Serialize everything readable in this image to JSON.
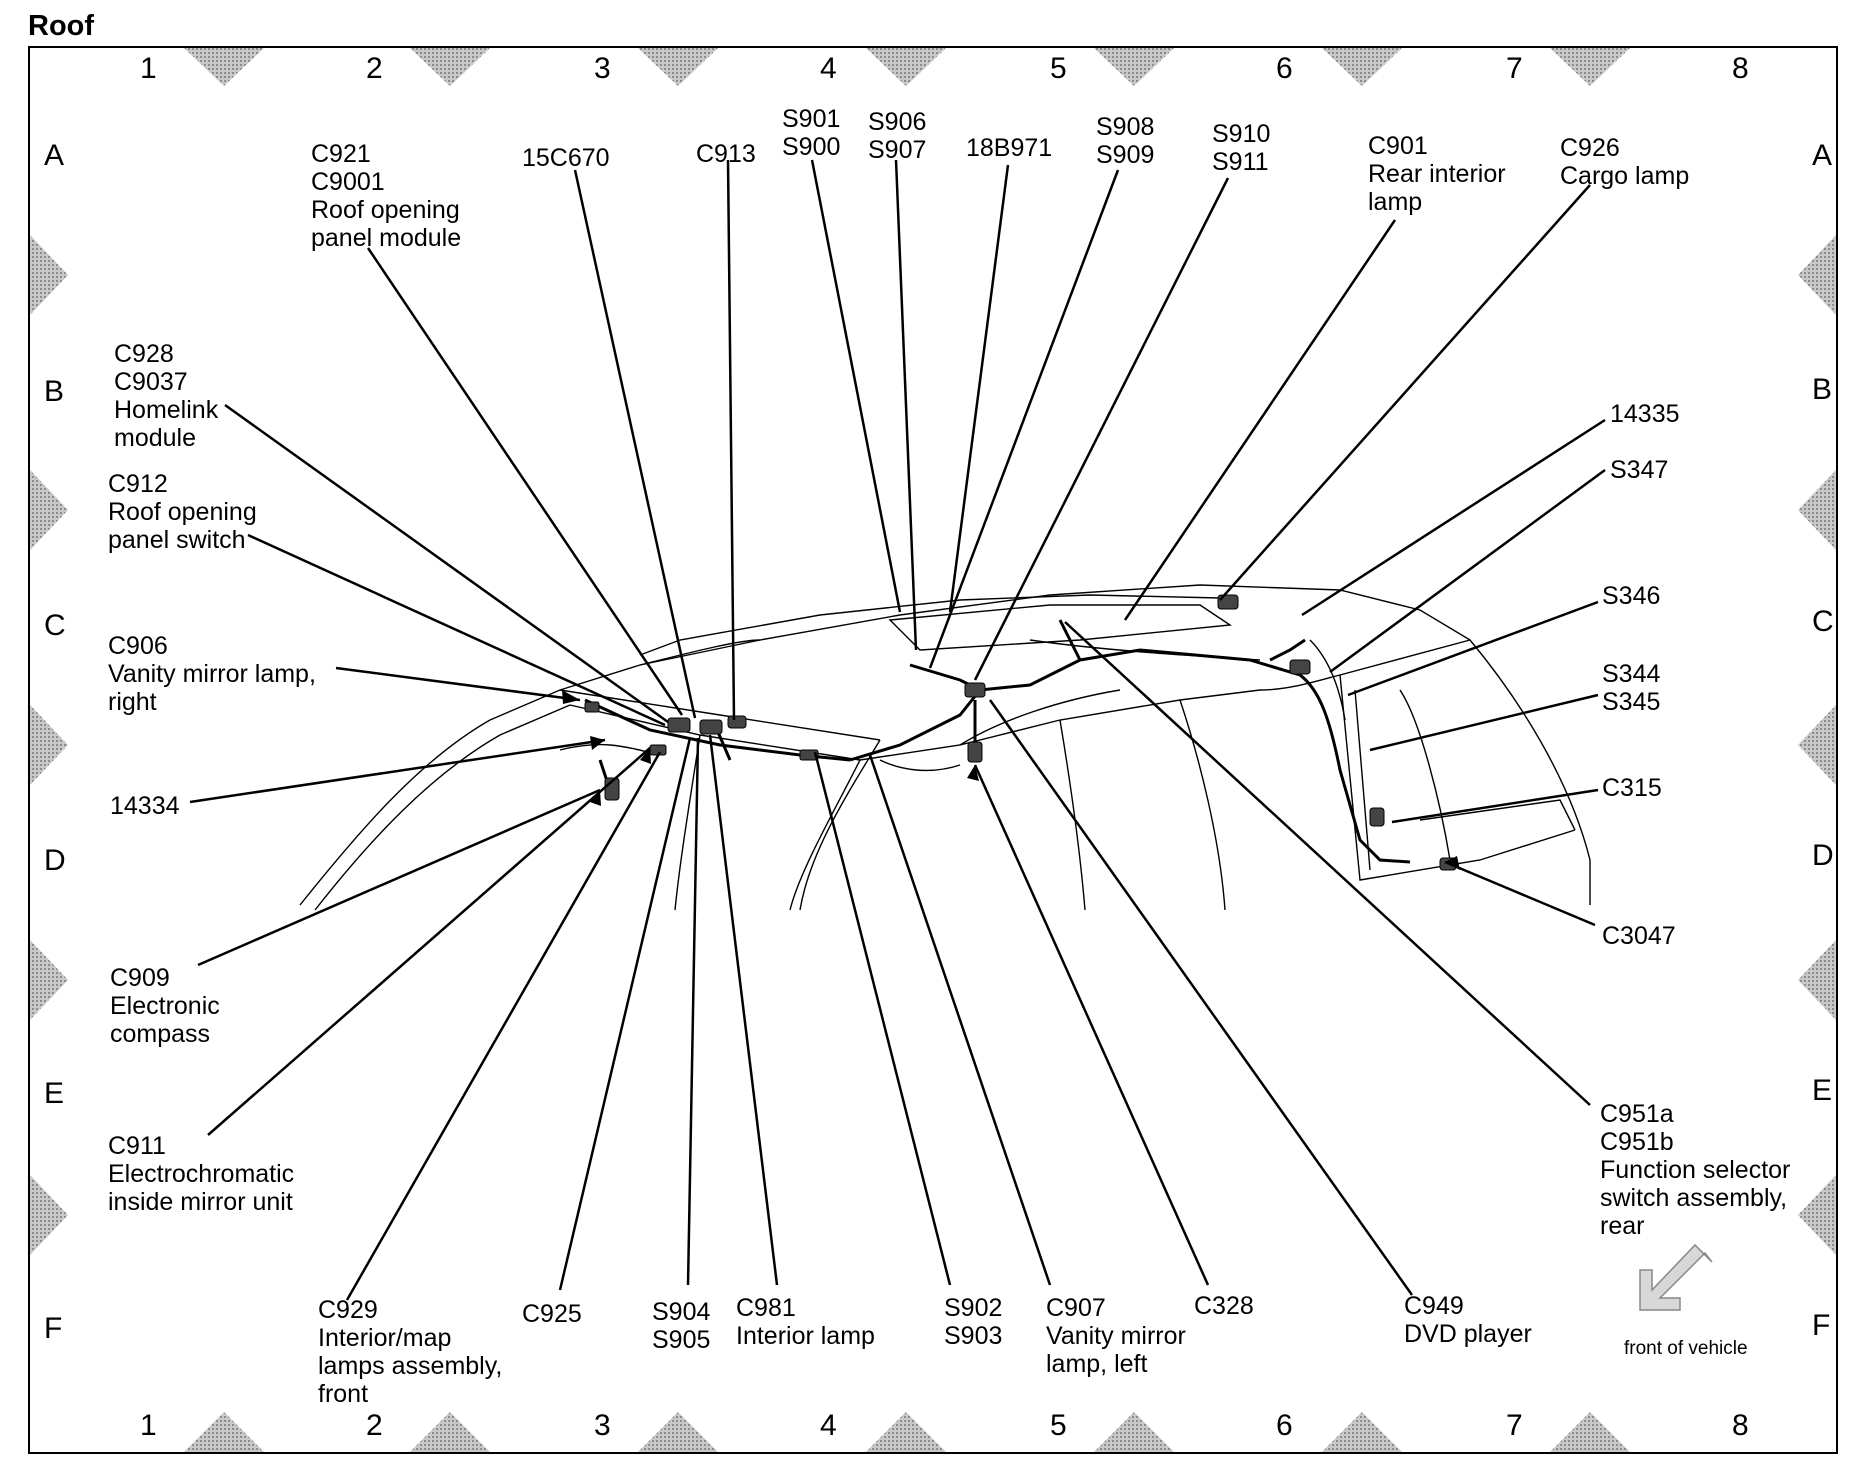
{
  "page": {
    "title": "Roof"
  },
  "grid": {
    "columns": [
      "1",
      "2",
      "3",
      "4",
      "5",
      "6",
      "7",
      "8"
    ],
    "rows": [
      "A",
      "B",
      "C",
      "D",
      "E",
      "F"
    ]
  },
  "components": [
    {
      "id": "c921",
      "text": "C921\nC9001\nRoof opening\npanel module"
    },
    {
      "id": "15c670",
      "text": "15C670"
    },
    {
      "id": "c913",
      "text": "C913"
    },
    {
      "id": "s901",
      "text": "S901\nS900"
    },
    {
      "id": "s906",
      "text": "S906\nS907"
    },
    {
      "id": "18b971",
      "text": "18B971"
    },
    {
      "id": "s908",
      "text": "S908\nS909"
    },
    {
      "id": "s910",
      "text": "S910\nS911"
    },
    {
      "id": "c901",
      "text": "C901\nRear interior\nlamp"
    },
    {
      "id": "c926",
      "text": "C926\nCargo lamp"
    },
    {
      "id": "c928",
      "text": "C928\nC9037\nHomelink\nmodule"
    },
    {
      "id": "c912",
      "text": "C912\nRoof opening\npanel switch"
    },
    {
      "id": "c906",
      "text": "C906\nVanity mirror lamp,\nright"
    },
    {
      "id": "14334",
      "text": "14334"
    },
    {
      "id": "c909",
      "text": "C909\nElectronic\ncompass"
    },
    {
      "id": "c911",
      "text": "C911\nElectrochromatic\ninside mirror unit"
    },
    {
      "id": "c929",
      "text": "C929\nInterior/map\nlamps assembly,\nfront"
    },
    {
      "id": "c925",
      "text": "C925"
    },
    {
      "id": "s904",
      "text": "S904\nS905"
    },
    {
      "id": "c981",
      "text": "C981\nInterior lamp"
    },
    {
      "id": "s902",
      "text": "S902\nS903"
    },
    {
      "id": "c907",
      "text": "C907\nVanity mirror\nlamp, left"
    },
    {
      "id": "c328",
      "text": "C328"
    },
    {
      "id": "c949",
      "text": "C949\nDVD player"
    },
    {
      "id": "14335",
      "text": "14335"
    },
    {
      "id": "s347",
      "text": "S347"
    },
    {
      "id": "s346",
      "text": "S346"
    },
    {
      "id": "s344",
      "text": "S344\nS345"
    },
    {
      "id": "c315",
      "text": "C315"
    },
    {
      "id": "c3047",
      "text": "C3047"
    },
    {
      "id": "c951",
      "text": "C951a\nC951b\nFunction selector\nswitch assembly,\nrear"
    }
  ],
  "front_indicator": {
    "text": "front of vehicle"
  },
  "colors": {
    "line": "#000000",
    "marker": "#a8a8a8",
    "arrow_fill": "#d8d8d8"
  }
}
